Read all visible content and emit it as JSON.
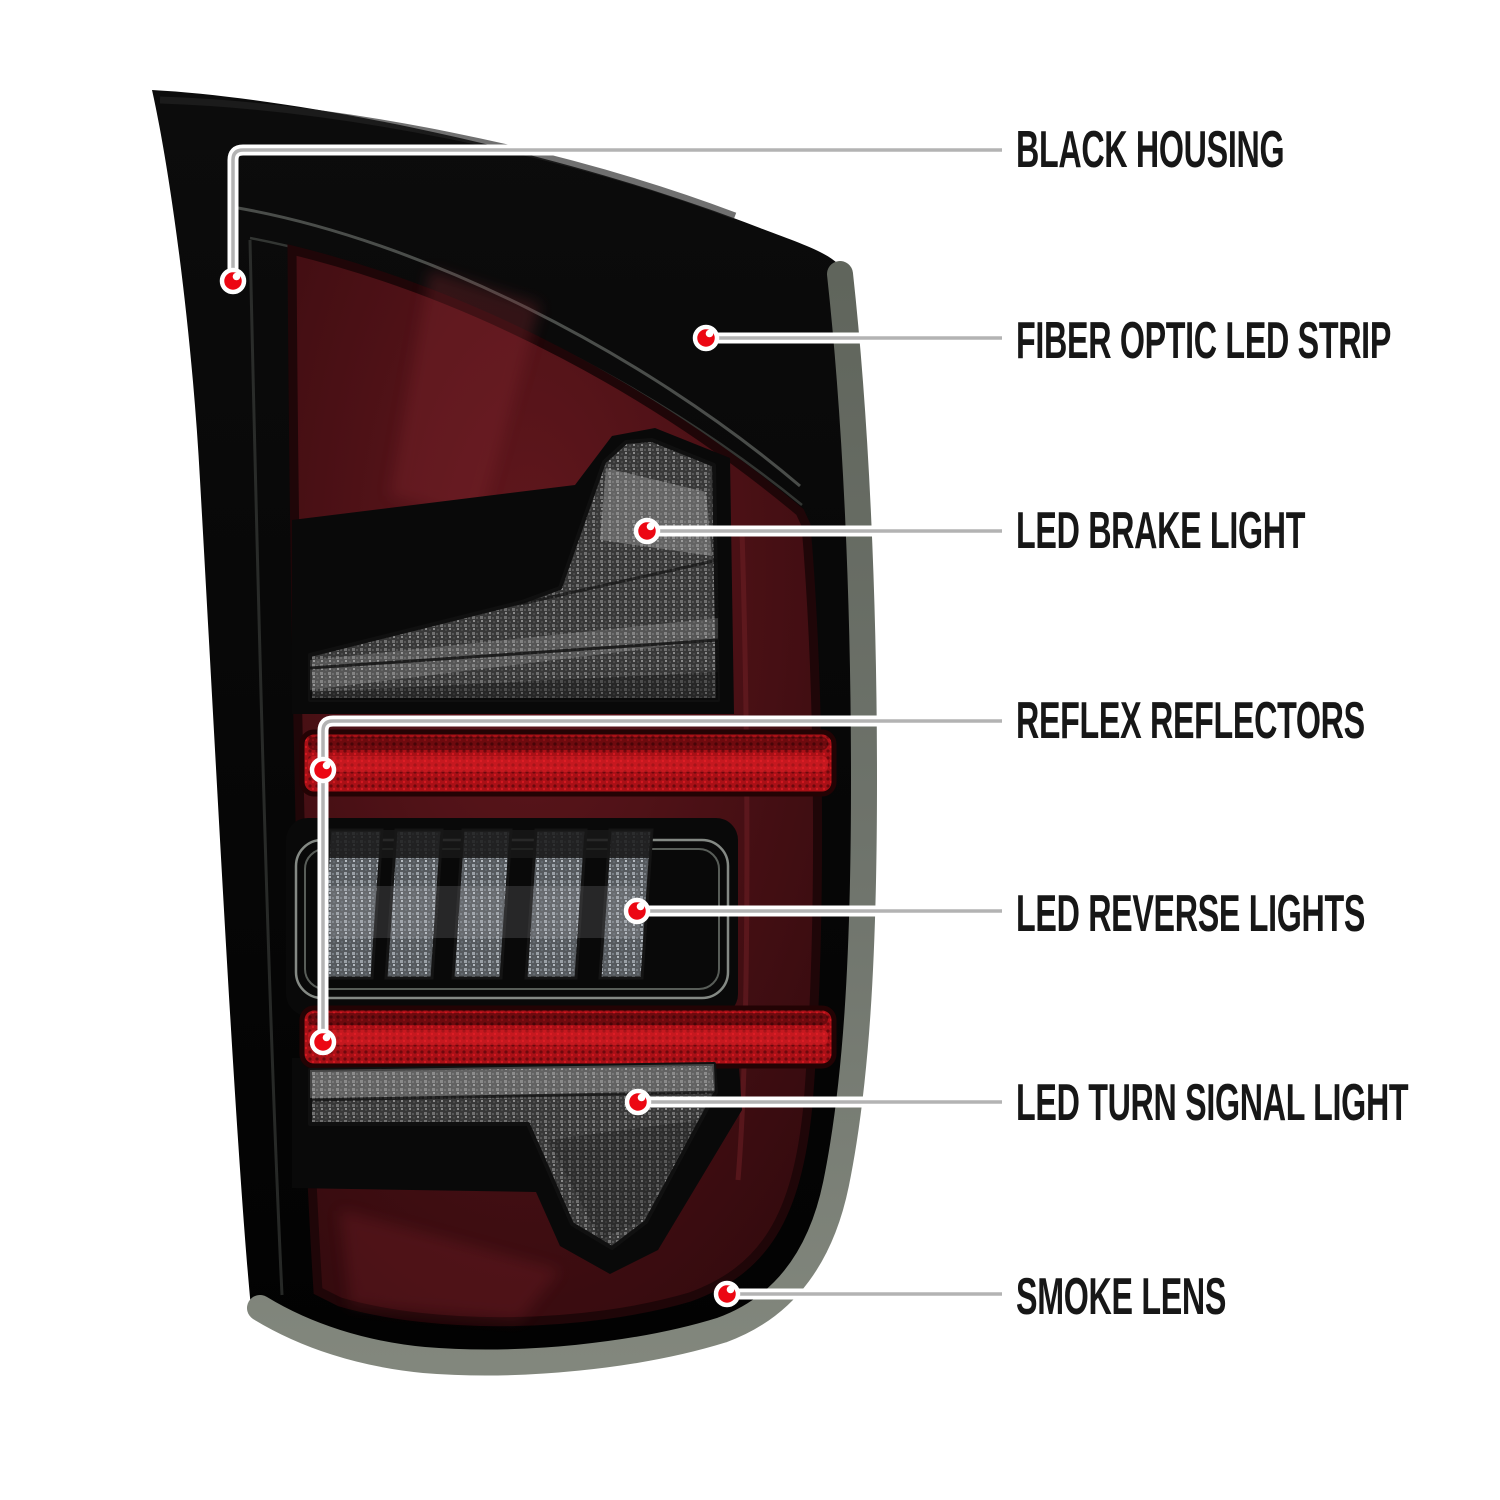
{
  "page": {
    "type": "product-feature-callout-diagram",
    "background": "#ffffff"
  },
  "callouts": [
    {
      "id": "black-housing",
      "label": "BLACK HOUSING"
    },
    {
      "id": "fiber-optic-led-strip",
      "label": "FIBER OPTIC LED STRIP"
    },
    {
      "id": "led-brake-light",
      "label": "LED BRAKE LIGHT"
    },
    {
      "id": "reflex-reflectors",
      "label": "REFLEX REFLECTORS"
    },
    {
      "id": "led-reverse-lights",
      "label": "LED REVERSE LIGHTS"
    },
    {
      "id": "led-turn-signal-light",
      "label": "LED TURN SIGNAL LIGHT"
    },
    {
      "id": "smoke-lens",
      "label": "SMOKE LENS"
    }
  ],
  "markers": {
    "style": "red-dot-with-white-ring",
    "count": 8
  },
  "colors": {
    "background": "#ffffff",
    "label_text": "#171717",
    "callout_line": "#b3b3b3",
    "callout_line_casing": "#ffffff",
    "callout_dot_red": "#ec0713",
    "housing_black": "#060606",
    "lens_red_dark": "#4a1015",
    "reflex_red": "#b01218",
    "smoke_lens_gray": "#70756d",
    "clear_lens_gray": "#8a8a8a"
  }
}
